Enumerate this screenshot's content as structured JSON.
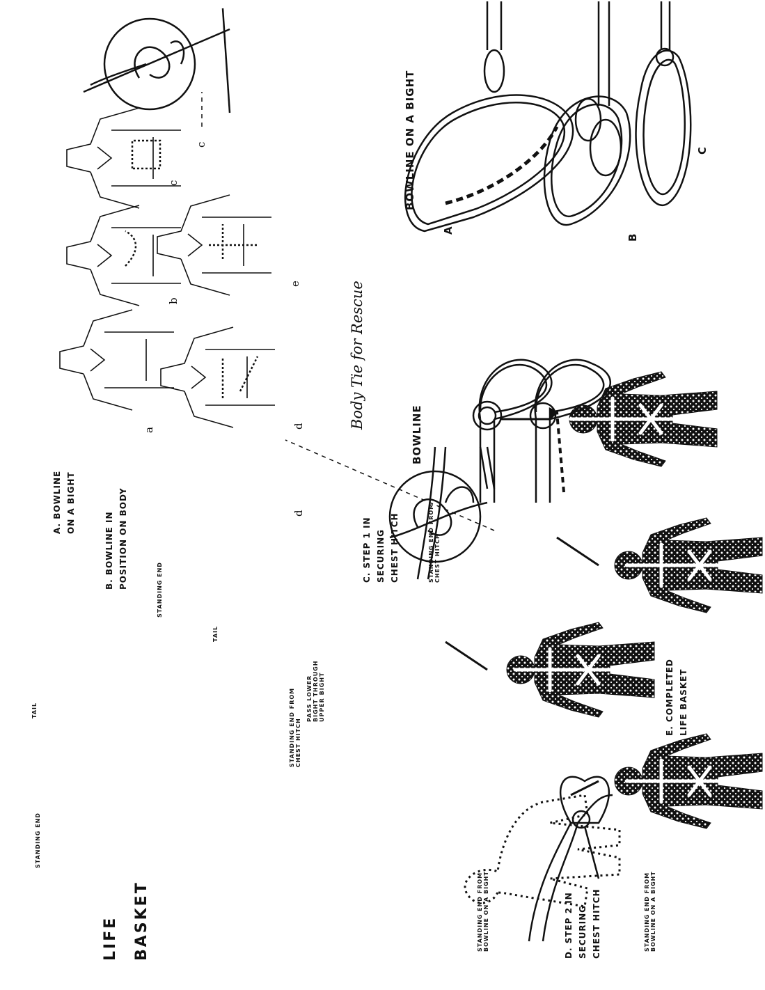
{
  "caption": "Body Tie for Rescue",
  "life_basket": {
    "title": [
      "LIFE",
      "BASKET"
    ],
    "panels": [
      {
        "caption": [
          "A. BOWLINE",
          "ON A BIGHT"
        ],
        "notes": [
          "STANDING END",
          "TAIL"
        ]
      },
      {
        "caption": [
          "B. BOWLINE IN",
          "POSITION ON BODY"
        ],
        "notes": [
          "STANDING END",
          "TAIL"
        ]
      },
      {
        "caption": [
          "C. STEP 1 IN",
          "SECURING",
          "CHEST HITCH"
        ],
        "notes": [
          "STANDING END FROM\nBOWLINE ON A BIGHT",
          "STANDING END FROM\nCHEST HITCH",
          "PASS LOWER\nBIGHT THROUGH\nUPPER BIGHT"
        ]
      },
      {
        "caption": [
          "D. STEP 2 IN",
          "SECURING",
          "CHEST HITCH"
        ],
        "notes": [
          "STANDING END FROM\nCHEST HITCH",
          "STANDING END FROM\nBOWLINE ON A BIGHT"
        ]
      },
      {
        "caption": [
          "E. COMPLETED",
          "LIFE BASKET"
        ],
        "notes": []
      }
    ]
  },
  "body_tie_steps": [
    "a",
    "b",
    "c",
    "d",
    "e"
  ],
  "body_tie_details": [
    "c",
    "d"
  ],
  "bowline": {
    "title": "BOWLINE"
  },
  "bowline_on_a_bight": {
    "title": "BOWLINE ON A BIGHT",
    "steps": [
      "A",
      "B",
      "C"
    ]
  }
}
